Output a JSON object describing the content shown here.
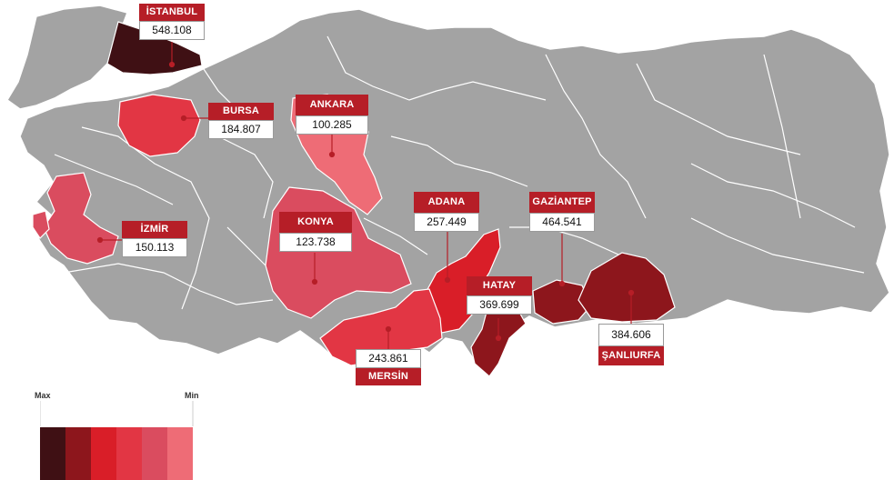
{
  "legend": {
    "max_label": "Max",
    "min_label": "Min",
    "colors": [
      "#3f1014",
      "#8d161c",
      "#d91e28",
      "#e23644",
      "#da4c5f",
      "#ee6c76"
    ]
  },
  "colors": {
    "land": "#a3a3a3",
    "border": "#ffffff",
    "label_bg": "#b61e27",
    "leader": "#b61e27"
  },
  "regions": [
    {
      "name": "İSTANBUL",
      "value": "548.108",
      "color": "#3f1014"
    },
    {
      "name": "BURSA",
      "value": "184.807",
      "color": "#e23644"
    },
    {
      "name": "ANKARA",
      "value": "100.285",
      "color": "#ee6c76"
    },
    {
      "name": "İZMİR",
      "value": "150.113",
      "color": "#da4c5f"
    },
    {
      "name": "KONYA",
      "value": "123.738",
      "color": "#da4c5f"
    },
    {
      "name": "ADANA",
      "value": "257.449",
      "color": "#d91e28"
    },
    {
      "name": "GAZİANTEP",
      "value": "464.541",
      "color": "#8d161c"
    },
    {
      "name": "HATAY",
      "value": "369.699",
      "color": "#8d161c"
    },
    {
      "name": "MERSİN",
      "value": "243.861",
      "color": "#e23644"
    },
    {
      "name": "ŞANLIURFA",
      "value": "384.606",
      "color": "#8d161c"
    }
  ]
}
